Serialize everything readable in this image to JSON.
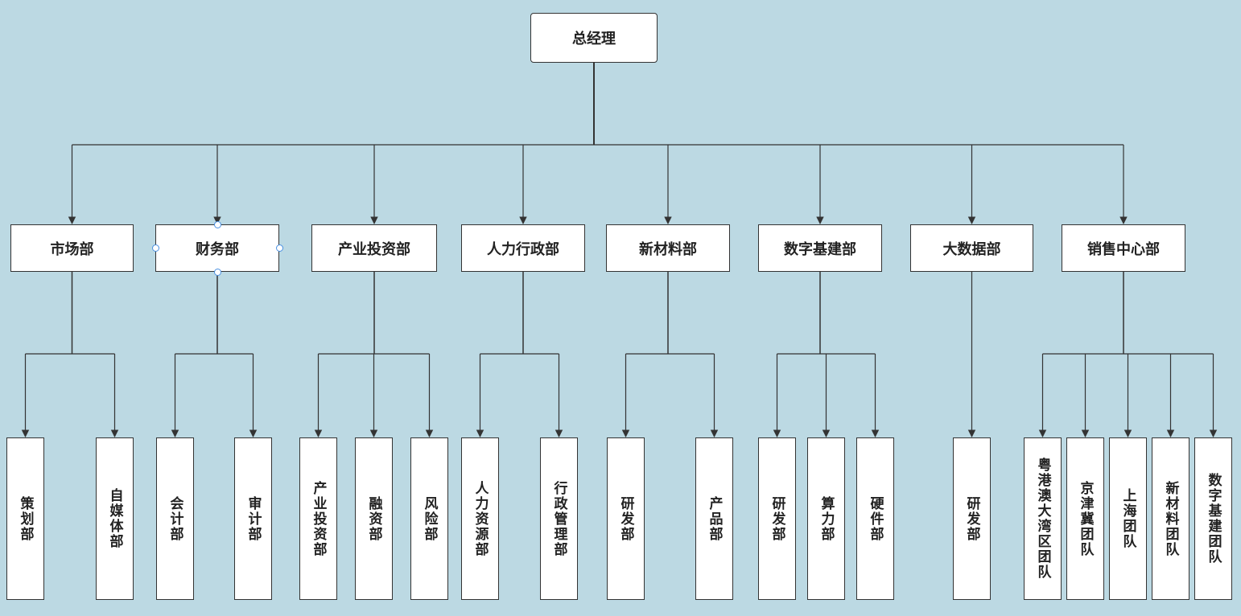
{
  "root": "总经理",
  "departments": [
    {
      "name": "市场部",
      "children": [
        "策划部",
        "自媒体部"
      ]
    },
    {
      "name": "财务部",
      "children": [
        "会计部",
        "审计部"
      ]
    },
    {
      "name": "产业投资部",
      "children": [
        "产业投资部",
        "融资部",
        "风险部"
      ]
    },
    {
      "name": "人力行政部",
      "children": [
        "人力资源部",
        "行政管理部"
      ]
    },
    {
      "name": "新材料部",
      "children": [
        "研发部",
        "产品部"
      ]
    },
    {
      "name": "数字基建部",
      "children": [
        "研发部",
        "算力部",
        "硬件部"
      ]
    },
    {
      "name": "大数据部",
      "children": [
        "研发部"
      ]
    },
    {
      "name": "销售中心部",
      "children": [
        "粤港澳大湾区团队",
        "京津冀团队",
        "上海团队",
        "新材料团队",
        "数字基建团队"
      ]
    }
  ],
  "colors": {
    "background": "#bcd9e3",
    "box": "#ffffff",
    "line": "#333333",
    "handle": "#4a90e2"
  }
}
